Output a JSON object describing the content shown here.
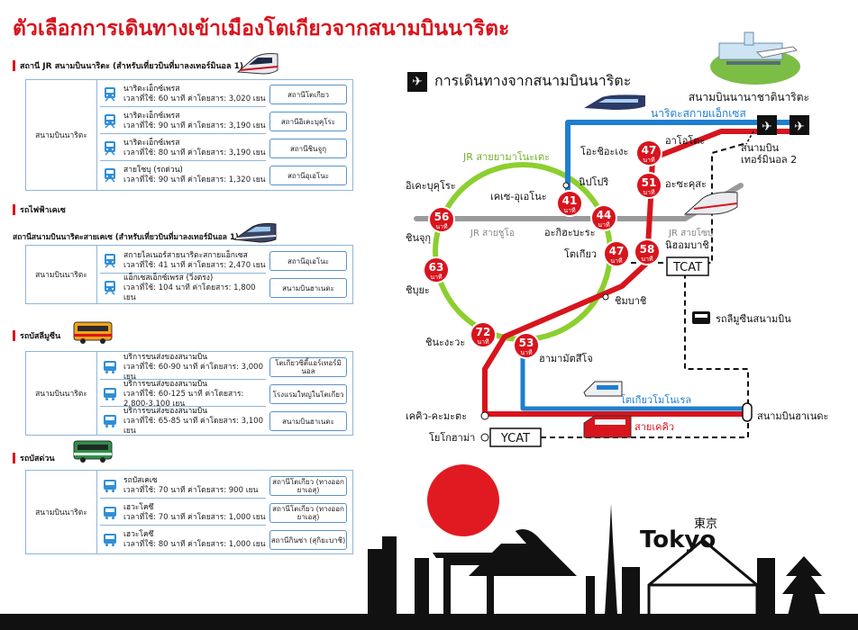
{
  "title": "ตัวเลือกการเดินทางเข้าเมืองโตเกียวจากสนามบินนาริตะ",
  "sections": {
    "jr": {
      "heading": "สถานี JR สนามบินนาริตะ (สำหรับเที่ยวบินที่มาลงเทอร์มินอล 1)",
      "origin": "สนามบินนาริตะ",
      "rows": [
        {
          "name": "นาริตะเอ็กซ์เพรส",
          "detail": "เวลาที่ใช้: 60 นาที  ค่าโดยสาร: 3,020 เยน",
          "dest": "สถานีโตเกียว"
        },
        {
          "name": "นาริตะเอ็กซ์เพรส",
          "detail": "เวลาที่ใช้: 90 นาที  ค่าโดยสาร: 3,190 เยน",
          "dest": "สถานีอิเคะบุคุโระ"
        },
        {
          "name": "นาริตะเอ็กซ์เพรส",
          "detail": "เวลาที่ใช้: 80 นาที  ค่าโดยสาร: 3,190 เยน",
          "dest": "สถานีชินจูกุ"
        },
        {
          "name": "สายโซบุ (รถด่วน)",
          "detail": "เวลาที่ใช้: 90 นาที  ค่าโดยสาร: 1,320 เยน",
          "dest": "สถานีอุเอโนะ"
        }
      ]
    },
    "keisei": {
      "heading": "รถไฟฟ้าเคเซ",
      "subheading": "สถานีสนามบินนาริตะสายเคเซ (สำหรับเที่ยวบินที่มาลงเทอร์มินอล 1)",
      "origin": "สนามบินนาริตะ",
      "rows": [
        {
          "name": "สกายไลเนอร์สายนาริตะสกายแอ็กเซส",
          "detail": "เวลาที่ใช้: 41 นาที  ค่าโดยสาร: 2,470 เยน",
          "dest": "สถานีอุเอโนะ"
        },
        {
          "name": "แอ็กเซสเอ็กซ์เพรส (วิ่งตรง)",
          "detail": "เวลาที่ใช้: 104 นาที  ค่าโดยสาร: 1,800 เยน",
          "dest": "สนามบินฮาเนดะ"
        }
      ]
    },
    "limo": {
      "heading": "รถบัสลีมูซีน",
      "origin": "สนามบินนาริตะ",
      "rows": [
        {
          "name": "บริการขนส่งของสนามบิน",
          "detail": "เวลาที่ใช้: 60-90 นาที  ค่าโดยสาร: 3,000 เยน",
          "dest": "โตเกียวซิตี้แอร์เทอร์มินอล"
        },
        {
          "name": "บริการขนส่งของสนามบิน",
          "detail": "เวลาที่ใช้: 60-125 นาที  ค่าโดยสาร: 2,800-3,100 เยน",
          "dest": "โรงแรมใหญ่ในโตเกียว"
        },
        {
          "name": "บริการขนส่งของสนามบิน",
          "detail": "เวลาที่ใช้: 65-85 นาที  ค่าโดยสาร: 3,100 เยน",
          "dest": "สนามบินฮาเนดะ"
        }
      ]
    },
    "express": {
      "heading": "รถบัสด่วน",
      "origin": "สนามบินนาริตะ",
      "rows": [
        {
          "name": "รถบัสเคเซ",
          "detail": "เวลาที่ใช้: 70 นาที    ค่าโดยสาร: 900 เยน",
          "dest": "สถานีโตเกียว (ทางออกยาเอสุ)"
        },
        {
          "name": "เฮวะโคซึ",
          "detail": "เวลาที่ใช้: 70 นาที    ค่าโดยสาร: 1,000 เยน",
          "dest": "สถานีโตเกียว (ทางออกยาเอสุ)"
        },
        {
          "name": "เฮวะโคซึ",
          "detail": "เวลาที่ใช้: 80 นาที    ค่าโดยสาร: 1,000 เยน",
          "dest": "สถานีกินซ่า (สุกิยะบาชิ)"
        }
      ]
    }
  },
  "map": {
    "header": "การเดินทางจากสนามบินนาริตะ",
    "airport_name": "สนามบินนานาชาตินาริตะ",
    "terminal2": "สนามบิน\nเทอร์มินอล 2",
    "line_names": {
      "narita_sky_access": "นาริตะสกายแอ็กเซส",
      "yamanote": "JR สายยามาโนะเตะ",
      "chuo": "JR สายชูโอ",
      "sobu": "JR สายโซบุ",
      "monorail": "โตเกียวโมโนเรล",
      "keikyu": "สายเคคิว",
      "limo_bus": "รถลีมูซีนสนามบิน"
    },
    "stations": {
      "ikebukuro": "อิเคะบุคุโระ",
      "shinjuku": "ชินจุกุ",
      "shibuya": "ชิบุยะ",
      "shinagawa": "ชินะงะวะ",
      "nippori": "นิปโปริ",
      "keisei_ueno": "เคเซ-อุเอโนะ",
      "akihabara": "อะกิฮะบะระ",
      "tokyo": "โตเกียว",
      "oshiage": "โอะชิอะเงะ",
      "aoto": "อาโอโตะ",
      "asakusa": "อะซะคุสะ",
      "nihombashi": "นิฮอมบาชิ",
      "shimbashi": "ชิมบาชิ",
      "hamamatsucho": "ฮามามัตสึโจ",
      "keikyu_kamata": "เคคิว-คะมะตะ",
      "yokohama": "โยโกฮาม่า",
      "haneda": "สนามบินฮาเนดะ"
    },
    "tcat": "TCAT",
    "ycat": "YCAT",
    "minutes_label": "นาที",
    "times": {
      "ikebukuro": "56",
      "shibuya": "63",
      "shinagawa": "72",
      "hamamatsucho": "53",
      "nippori": "41",
      "akihabara": "44",
      "tokyo": "47",
      "oshiage": "47",
      "asakusa": "51",
      "nihombashi": "58"
    },
    "skyline_text": "Tokyo",
    "skyline_kanji": "東京"
  },
  "colors": {
    "title_red": "#d8141d",
    "yamanote_green": "#8ccf2f",
    "sky_access_blue": "#1e7fd0",
    "keikyu_red": "#d8141d",
    "gray_line": "#9a9a9a"
  }
}
